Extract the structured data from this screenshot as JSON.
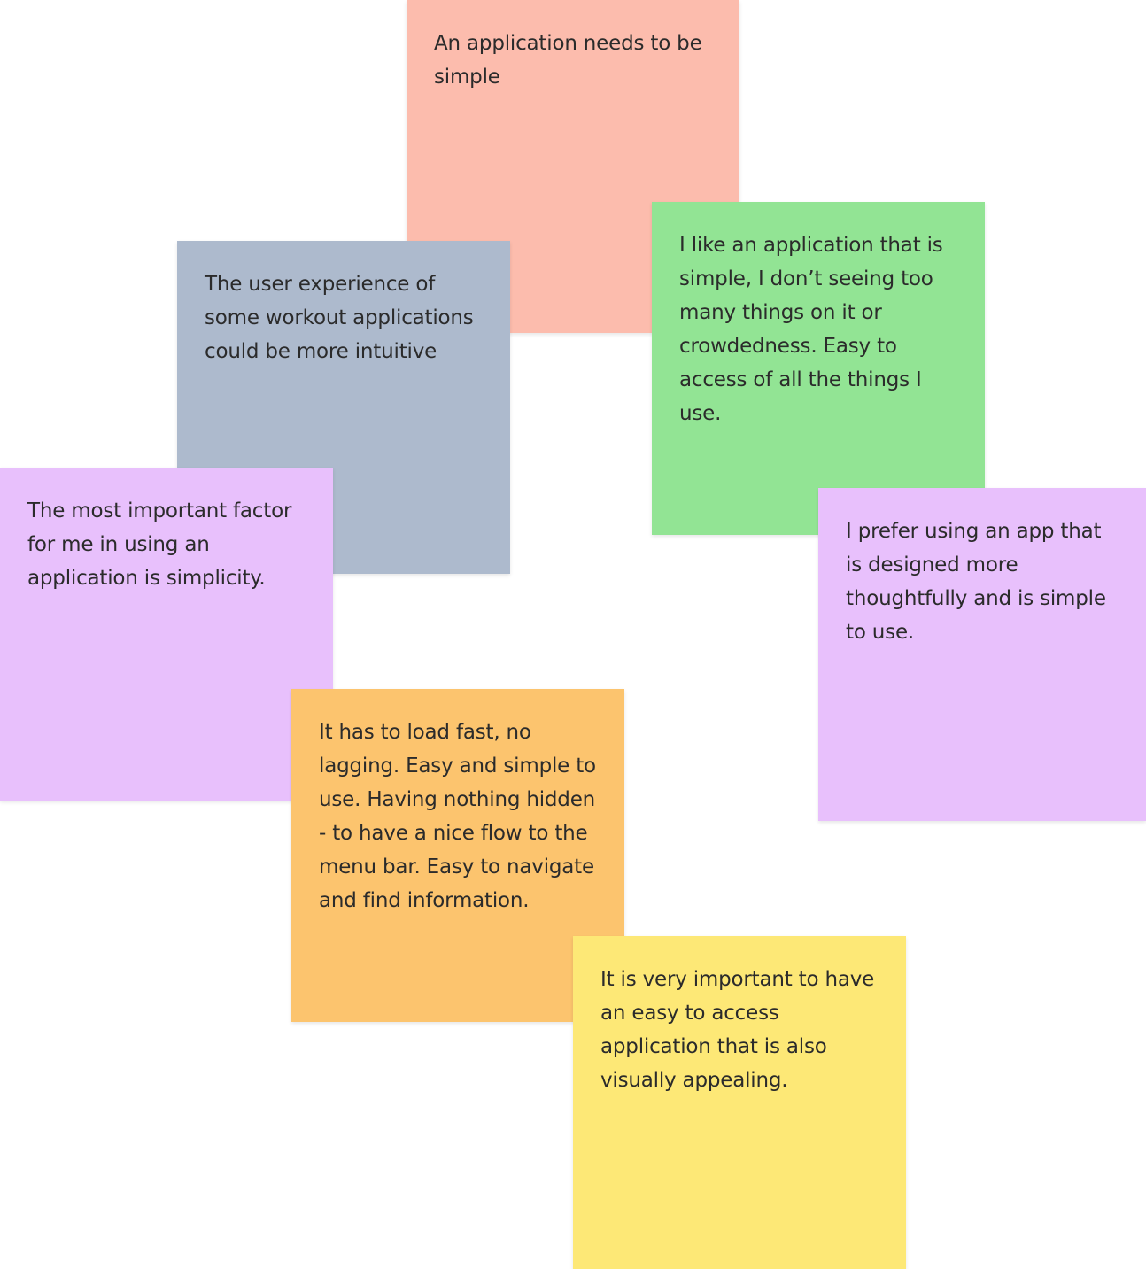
{
  "colors": {
    "salmon": "#fcbcad",
    "green": "#92e494",
    "slate": "#adbacd",
    "lavender": "#e8c0fc",
    "orange": "#fcc46e",
    "yellow": "#fde876"
  },
  "notes": [
    {
      "text": "An application needs to be simple",
      "color": "salmon"
    },
    {
      "text": "I like an application that is simple, I don’t seeing too many things on it or crowdedness. Easy to access of all the things I use.",
      "color": "green"
    },
    {
      "text": "The user experience of some workout applications could be more intuitive",
      "color": "slate"
    },
    {
      "text": "The most important factor for me in using an application is simplicity.",
      "color": "lavender"
    },
    {
      "text": "I prefer using an app that is designed more thoughtfully and is simple to use.",
      "color": "lavender"
    },
    {
      "text": "It has to load fast, no lagging. Easy and simple to use. Having nothing hidden - to have a nice flow to the menu bar. Easy to navigate and find information.",
      "color": "orange"
    },
    {
      "text": "It is very important to have an easy to access application that is also visually appealing.",
      "color": "yellow"
    }
  ]
}
